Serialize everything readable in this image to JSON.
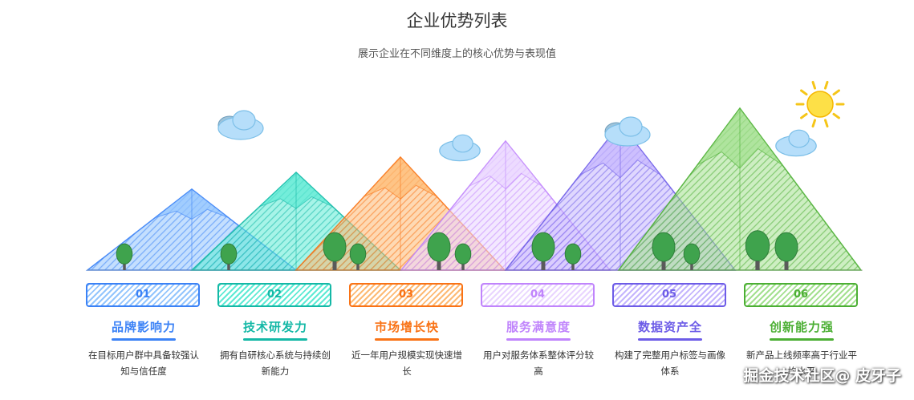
{
  "title": "企业优势列表",
  "subtitle": "展示企业在不同维度上的核心优势与表现值",
  "advantages": [
    {
      "number": "01",
      "title": "品牌影响力",
      "desc": "在目标用户群中具备较强认知与信任度",
      "color": "#3b82f6",
      "light": "#93c5fd"
    },
    {
      "number": "02",
      "title": "技术研发力",
      "desc": "拥有自研核心系统与持续创新能力",
      "color": "#14b8a6",
      "light": "#5eead4"
    },
    {
      "number": "03",
      "title": "市场增长快",
      "desc": "近一年用户规模实现快速增长",
      "color": "#f97316",
      "light": "#fdba74"
    },
    {
      "number": "04",
      "title": "服务满意度",
      "desc": "用户对服务体系整体评分较高",
      "color": "#c084fc",
      "light": "#e9d5ff"
    },
    {
      "number": "05",
      "title": "数据资产全",
      "desc": "构建了完整用户标签与画像体系",
      "color": "#6d5ce7",
      "light": "#c4b5fd"
    },
    {
      "number": "06",
      "title": "创新能力强",
      "desc": "新产品上线频率高于行业平均水平",
      "color": "#4caf34",
      "light": "#a3e08f"
    }
  ],
  "watermark": "掘金技术社区@ 皮牙子",
  "icons": {
    "sun": "sun-icon",
    "cloud": "cloud-icon",
    "tree": "tree-icon",
    "mountain": "mountain-icon"
  }
}
